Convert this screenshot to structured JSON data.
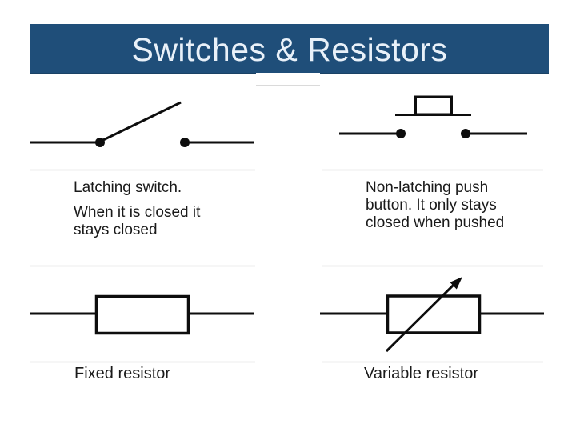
{
  "title": {
    "text": "Switches & Resistors"
  },
  "panels": [
    {
      "symbol": "latching-switch-symbol",
      "lines": [
        "Latching switch.",
        "When it is closed it",
        "stays closed"
      ]
    },
    {
      "symbol": "push-button-symbol",
      "lines": [
        "Non-latching push",
        "button. It only stays",
        "closed when pushed"
      ]
    },
    {
      "symbol": "fixed-resistor-symbol",
      "lines": [
        "Fixed resistor"
      ]
    },
    {
      "symbol": "variable-resistor-symbol",
      "lines": [
        "Variable resistor"
      ]
    }
  ],
  "colors": {
    "title_bg": "#1F4E79",
    "title_text": "#E9F1F9",
    "diagram_stroke": "#0D0D0D",
    "caption_text": "#1A1A1A",
    "guide_line": "#ECECEC"
  }
}
